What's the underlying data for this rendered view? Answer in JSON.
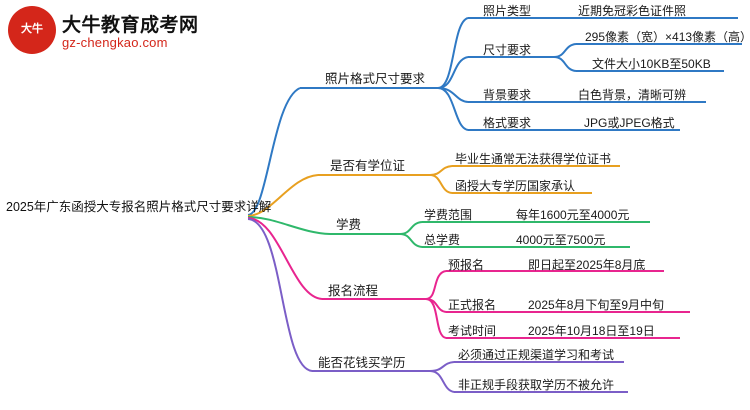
{
  "logo": {
    "badge_text": "大牛",
    "title": "大牛教育成考网",
    "url": "gz-chengkao.com"
  },
  "mindmap": {
    "root": "2025年广东函授大专报名照片格式尺寸要求详解",
    "branches": [
      {
        "label": "照片格式尺寸要求",
        "color": "#2f79c4",
        "children": [
          {
            "label": "照片类型",
            "values": [
              "近期免冠彩色证件照"
            ]
          },
          {
            "label": "尺寸要求",
            "values": [
              "295像素（宽）×413像素（高）",
              "文件大小10KB至50KB"
            ]
          },
          {
            "label": "背景要求",
            "values": [
              "白色背景，清晰可辨"
            ]
          },
          {
            "label": "格式要求",
            "values": [
              "JPG或JPEG格式"
            ]
          }
        ]
      },
      {
        "label": "是否有学位证",
        "color": "#e8a020",
        "children": [
          {
            "label": "",
            "values": [
              "毕业生通常无法获得学位证书",
              "函授大专学历国家承认"
            ]
          }
        ]
      },
      {
        "label": "学费",
        "color": "#2fb86b",
        "children": [
          {
            "label": "学费范围",
            "values": [
              "每年1600元至4000元"
            ]
          },
          {
            "label": "总学费",
            "values": [
              "4000元至7500元"
            ]
          }
        ]
      },
      {
        "label": "报名流程",
        "color": "#e8258f",
        "children": [
          {
            "label": "预报名",
            "values": [
              "即日起至2025年8月底"
            ]
          },
          {
            "label": "正式报名",
            "values": [
              "2025年8月下旬至9月中旬"
            ]
          },
          {
            "label": "考试时间",
            "values": [
              "2025年10月18日至19日"
            ]
          }
        ]
      },
      {
        "label": "能否花钱买学历",
        "color": "#7b5ec7",
        "children": [
          {
            "label": "",
            "values": [
              "必须通过正规渠道学习和考试",
              "非正规手段获取学历不被允许"
            ]
          }
        ]
      }
    ]
  },
  "labels": {
    "n_root": "2025年广东函授大专报名照片格式尺寸要求详解",
    "n_b1": "照片格式尺寸要求",
    "n_b1_c1": "照片类型",
    "n_b1_c1_v1": "近期免冠彩色证件照",
    "n_b1_c2": "尺寸要求",
    "n_b1_c2_v1": "295像素（宽）×413像素（高）",
    "n_b1_c2_v2": "文件大小10KB至50KB",
    "n_b1_c3": "背景要求",
    "n_b1_c3_v1": "白色背景，清晰可辨",
    "n_b1_c4": "格式要求",
    "n_b1_c4_v1": "JPG或JPEG格式",
    "n_b2": "是否有学位证",
    "n_b2_v1": "毕业生通常无法获得学位证书",
    "n_b2_v2": "函授大专学历国家承认",
    "n_b3": "学费",
    "n_b3_c1": "学费范围",
    "n_b3_c1_v1": "每年1600元至4000元",
    "n_b3_c2": "总学费",
    "n_b3_c2_v1": "4000元至7500元",
    "n_b4": "报名流程",
    "n_b4_c1": "预报名",
    "n_b4_c1_v1": "即日起至2025年8月底",
    "n_b4_c2": "正式报名",
    "n_b4_c2_v1": "2025年8月下旬至9月中旬",
    "n_b4_c3": "考试时间",
    "n_b4_c3_v1": "2025年10月18日至19日",
    "n_b5": "能否花钱买学历",
    "n_b5_v1": "必须通过正规渠道学习和考试",
    "n_b5_v2": "非正规手段获取学历不被允许"
  }
}
